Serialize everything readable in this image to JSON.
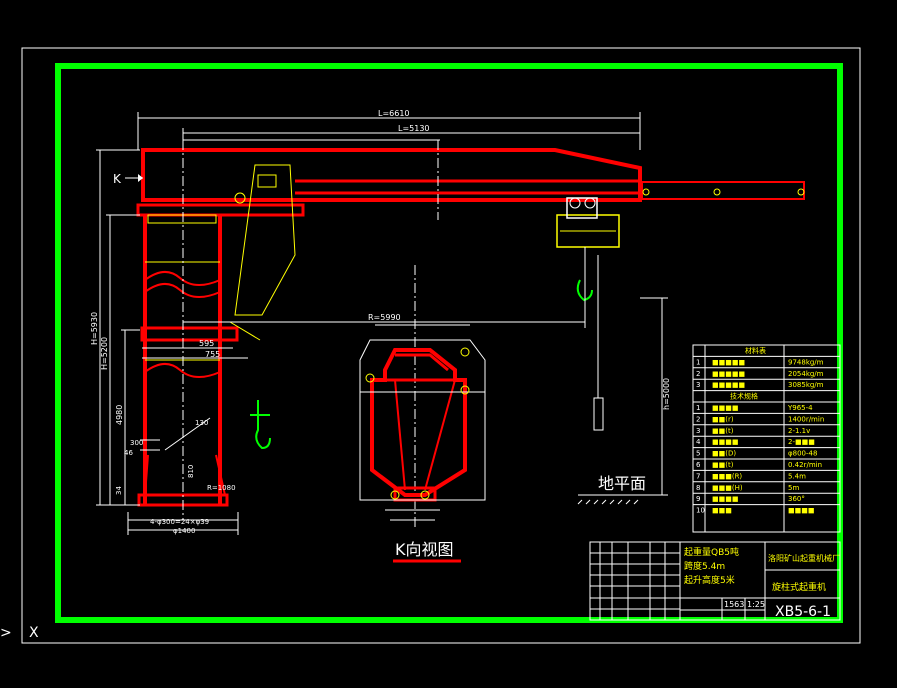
{
  "drawing": {
    "colors": {
      "background": "#000000",
      "frame": "#00ff00",
      "structure": "#ff0000",
      "dimensions": "#ffffff",
      "hatch": "#ffff00",
      "title_block": "#ffffff",
      "table_text": "#ffff00"
    },
    "dimensions": {
      "overall_length": "L=6610",
      "inner_length": "L=5130",
      "radius": "R=5990",
      "total_height": "H=5930",
      "height_2": "H=5200",
      "height_3": "4980",
      "hook_height": "h=5000",
      "d595": "595",
      "d755": "755",
      "d300": "300",
      "d46": "46",
      "d810": "810",
      "d1080": "R=1080",
      "d130": "130",
      "d34": "34",
      "base_1": "4-φ300=24×φ39",
      "base_2": "φ1400"
    },
    "labels": {
      "k_arrow": "K",
      "k_view": "K向视图",
      "ground": "地平面"
    },
    "params_table": {
      "header": "材料表",
      "rows_top": [
        {
          "no": "1",
          "name": "■■■■■",
          "value": "9748kg/m"
        },
        {
          "no": "2",
          "name": "■■■■■",
          "value": "2054kg/m"
        },
        {
          "no": "3",
          "name": "■■■■■",
          "value": "3085kg/m"
        }
      ],
      "section": "技术规格",
      "rows": [
        {
          "no": "1",
          "name": "■■■■",
          "value": "Y965-4"
        },
        {
          "no": "2",
          "name": "■■(r)",
          "value": "1400r/min"
        },
        {
          "no": "3",
          "name": "■■(t)",
          "value": "2-1.1v"
        },
        {
          "no": "4",
          "name": "■■■■",
          "value": "2-■■■"
        },
        {
          "no": "5",
          "name": "■■(D)",
          "value": "φ800-48"
        },
        {
          "no": "6",
          "name": "■■(t)",
          "value": "0.42r/min"
        },
        {
          "no": "7",
          "name": "■■■(R)",
          "value": "5.4m"
        },
        {
          "no": "8",
          "name": "■■■(H)",
          "value": "5m"
        },
        {
          "no": "9",
          "name": "■■■■",
          "value": "360°"
        },
        {
          "no": "10",
          "name": "■■■",
          "value": "■■■■"
        }
      ]
    },
    "title_block": {
      "spec_1": "起重量QB5吨",
      "spec_2": "跨度5.4m",
      "spec_3": "起升高度5米",
      "company": "洛阳矿山起重机械厂",
      "product": "旋柱式起重机",
      "scale": "1:25",
      "weight": "1563",
      "drawing_no": "XB5-6-1"
    },
    "ucs": {
      "y": ">",
      "x": "X"
    }
  }
}
